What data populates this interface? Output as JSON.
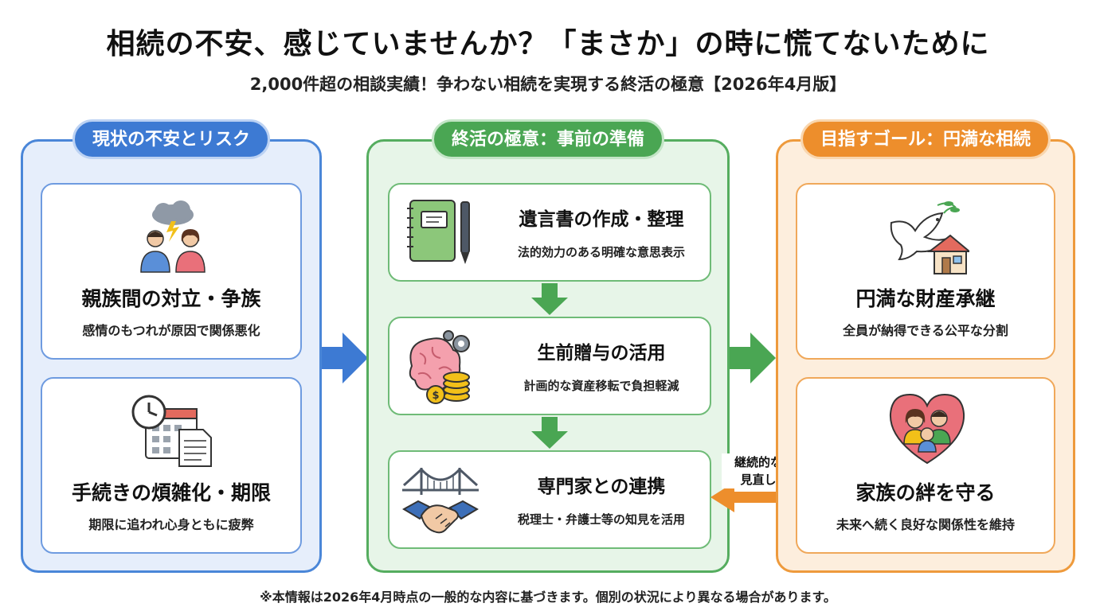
{
  "header": {
    "title": "相続の不安、感じていませんか？「まさか」の時に慌てないために",
    "subtitle": "2,000件超の相談実績！争わない相続を実現する終活の極意【2026年4月版】"
  },
  "columns": {
    "current": {
      "label": "現状の不安とリスク",
      "cards": [
        {
          "title": "親族間の対立・争族",
          "desc": "感情のもつれが原因で関係悪化",
          "icon": "family-conflict-icon"
        },
        {
          "title": "手続きの煩雑化・期限",
          "desc": "期限に追われ心身ともに疲弊",
          "icon": "clock-calendar-document-icon"
        }
      ]
    },
    "preparation": {
      "label": "終活の極意：事前の準備",
      "cards": [
        {
          "title": "遺言書の作成・整理",
          "desc": "法的効力のある明確な意思表示",
          "icon": "notebook-pen-icon"
        },
        {
          "title": "生前贈与の活用",
          "desc": "計画的な資産移転で負担軽減",
          "icon": "brain-gears-coins-icon"
        },
        {
          "title": "専門家との連携",
          "desc": "税理士・弁護士等の知見を活用",
          "icon": "bridge-handshake-icon"
        }
      ]
    },
    "goal": {
      "label": "目指すゴール：円満な相続",
      "cards": [
        {
          "title": "円満な財産承継",
          "desc": "全員が納得できる公平な分割",
          "icon": "dove-house-icon"
        },
        {
          "title": "家族の絆を守る",
          "desc": "未来へ続く良好な関係性を維持",
          "icon": "family-heart-icon"
        }
      ]
    }
  },
  "loop": {
    "line1": "継続的な",
    "line2": "見直し"
  },
  "footnote": "※本情報は2026年4月時点の一般的な内容に基づきます。個別の状況により異なる場合があります。",
  "colors": {
    "blue": "#3d7ad3",
    "green": "#4aa653",
    "orange": "#ed8e2c"
  }
}
